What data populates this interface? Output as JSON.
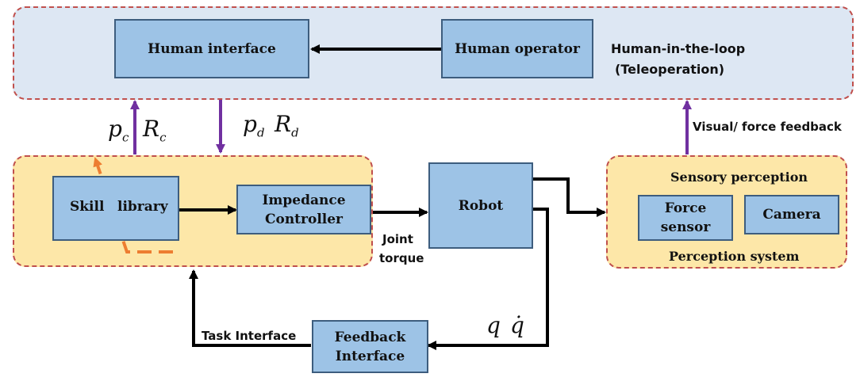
{
  "regions": {
    "human_in_the_loop": {
      "title_line1": "Human-in-the-loop",
      "title_line2": "(Teleoperation)"
    },
    "perception": {
      "header": "Sensory perception",
      "footer": "Perception system"
    }
  },
  "boxes": {
    "human_interface": "Human interface",
    "human_operator": "Human operator",
    "skill_library_left": "Skill",
    "skill_library_right": "library",
    "impedance_controller": "Impedance\nController",
    "robot": "Robot",
    "force_sensor": "Force\nsensor",
    "camera": "Camera",
    "feedback_interface": "Feedback\nInterface"
  },
  "labels": {
    "visual_force_feedback": "Visual/ force feedback",
    "joint_torque_line1": "Joint",
    "joint_torque_line2": "torque",
    "task_interface": "Task Interface"
  },
  "math": {
    "pc": "p",
    "pc_sub": "c",
    "rc": "R",
    "rc_sub": "c",
    "pd": "p",
    "pd_sub": "d",
    "rd": "R",
    "rd_sub": "d",
    "q": "q",
    "qdot": "q̇"
  },
  "colors": {
    "blue_region": "#dde7f3",
    "yellow_region": "#fde7a8",
    "box_fill": "#9dc3e6",
    "box_border": "#3d5d7e",
    "dashed_border": "#c0504d",
    "purple_arrow": "#7030a0",
    "orange_dash": "#ed7d31",
    "black_arrow": "#000000"
  }
}
